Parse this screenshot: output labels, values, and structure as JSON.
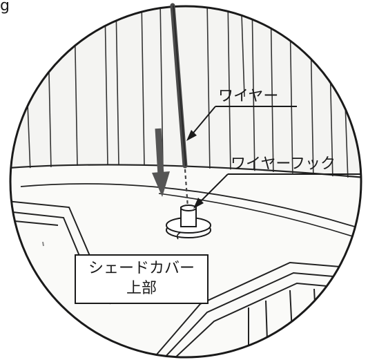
{
  "figure": {
    "corner_label": "g",
    "callouts": {
      "wire": "ワイヤー",
      "wire_hook": "ワイヤーフック"
    },
    "shade_cover_label": {
      "line1": "シェードカバー",
      "line2": "上部"
    }
  }
}
